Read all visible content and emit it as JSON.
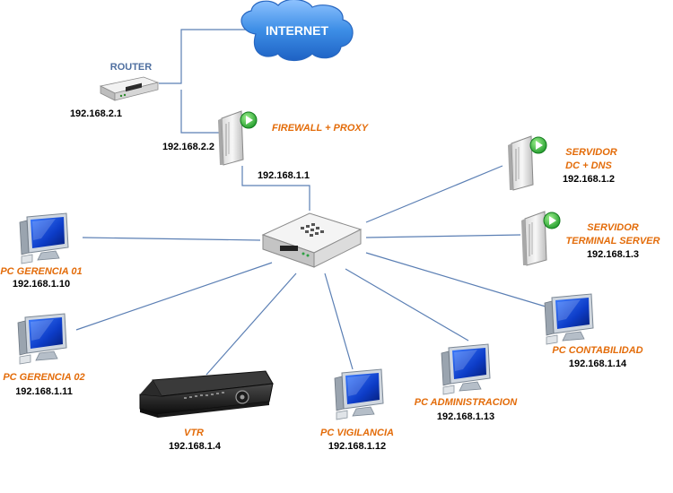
{
  "diagram": {
    "internet": {
      "label": "INTERNET"
    },
    "router": {
      "label": "ROUTER",
      "ip": "192.168.2.1"
    },
    "firewall": {
      "label": "FIREWALL + PROXY",
      "ip_wan": "192.168.2.2",
      "ip_lan": "192.168.1.1"
    },
    "servidor_dc": {
      "label_line1": "SERVIDOR",
      "label_line2": "DC + DNS",
      "ip": "192.168.1.2"
    },
    "servidor_ts": {
      "label_line1": "SERVIDOR",
      "label_line2": "TERMINAL SERVER",
      "ip": "192.168.1.3"
    },
    "pc_gerencia_01": {
      "label": "PC GERENCIA 01",
      "ip": "192.168.1.10"
    },
    "pc_gerencia_02": {
      "label": "PC GERENCIA 02",
      "ip": "192.168.1.11"
    },
    "vtr": {
      "label": "VTR",
      "ip": "192.168.1.4"
    },
    "pc_vigilancia": {
      "label": "PC VIGILANCIA",
      "ip": "192.168.1.12"
    },
    "pc_administracion": {
      "label": "PC ADMINISTRACION",
      "ip": "192.168.1.13"
    },
    "pc_contabilidad": {
      "label": "PC CONTABILIDAD",
      "ip": "192.168.1.14"
    }
  },
  "colors": {
    "label_orange": "#e36c0a",
    "link_blue": "#5b7fb4",
    "cloud_blue": "#3d8ee6",
    "monitor_blue": "#1c4fcf"
  }
}
